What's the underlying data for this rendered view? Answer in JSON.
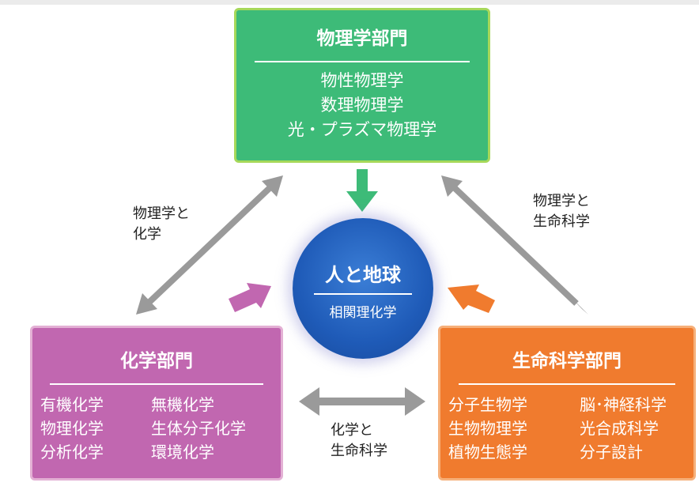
{
  "colors": {
    "physics": "#3dbb78",
    "chemistry": "#c167b0",
    "life_science": "#f07b2e",
    "center": "#1f5bb8",
    "connector": "#9a9a9a"
  },
  "physics": {
    "title": "物理学部門",
    "items": [
      "物性物理学",
      "数理物理学",
      "光・プラズマ物理学"
    ]
  },
  "chemistry": {
    "title": "化学部門",
    "col1": [
      "有機化学",
      "物理化学",
      "分析化学"
    ],
    "col2": [
      "無機化学",
      "生体分子化学",
      "環境化学"
    ]
  },
  "life_science": {
    "title": "生命科学部門",
    "col1": [
      "分子生物学",
      "生物物理学",
      "植物生態学"
    ],
    "col2": [
      "脳･神経科学",
      "光合成科学",
      "分子設計"
    ]
  },
  "center": {
    "title": "人と地球",
    "subtitle": "相関理化学"
  },
  "connectors": {
    "physics_chemistry": [
      "物理学と",
      "化学"
    ],
    "physics_life": [
      "物理学と",
      "生命科学"
    ],
    "chemistry_life": [
      "化学と",
      "生命科学"
    ]
  }
}
